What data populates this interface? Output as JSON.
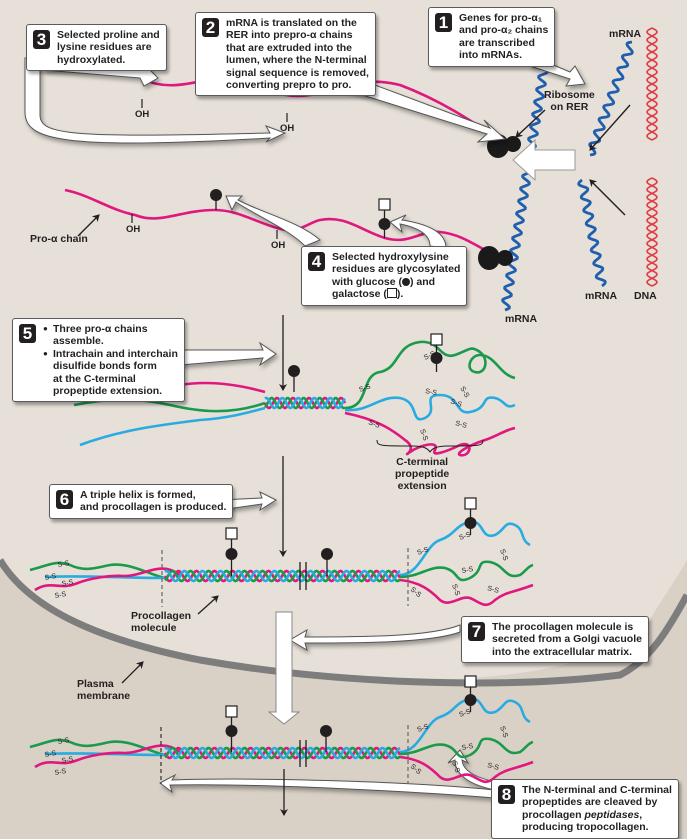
{
  "figure": {
    "title": "Collagen biosynthesis",
    "colors": {
      "background_cytoplasm": "#e6e0d8",
      "background_extracellular": "#d9d1c6",
      "membrane": "#808080",
      "pro_alpha_chain": "#e0177f",
      "chain_green": "#1a9a4a",
      "chain_blue": "#29abe2",
      "mrna": "#1f5fae",
      "dna": "#e03a45",
      "ribosome": "#1a1a1a",
      "callout_bg": "#ffffff",
      "text": "#231f20"
    }
  },
  "steps": [
    {
      "number": "1",
      "text": "Genes for pro-α₁\nand pro-α₂ chains\nare transcribed\ninto mRNAs."
    },
    {
      "number": "2",
      "text": "mRNA is translated on the\nRER into prepro-α chains\nthat are extruded into the\nlumen, where the N-terminal\nsignal sequence is removed,\nconverting prepro to pro."
    },
    {
      "number": "3",
      "text": "Selected proline and\nlysine residues are\nhydroxylated."
    },
    {
      "number": "4",
      "text_before_glucose": "Selected hydroxylysine\nresidues are glycosylated\nwith glucose (",
      "text_after_glucose": ") and\ngalactose (",
      "text_end": ")."
    },
    {
      "number": "5",
      "bullets": [
        "Three pro-α chains\nassemble.",
        "Intrachain and interchain\ndisulfide bonds form\nat the C-terminal\npropeptide extension."
      ]
    },
    {
      "number": "6",
      "text": "A triple helix is formed,\nand procollagen is produced."
    },
    {
      "number": "7",
      "text": "The procollagen molecule is\nsecreted from a Golgi vacuole\ninto the extracellular matrix."
    },
    {
      "number": "8",
      "text_before": "The N-terminal and C-terminal\npropeptides are cleaved by\nprocollagen ",
      "text_italic": "peptidases",
      "text_after": ",\nproducing tropocollagen."
    }
  ],
  "labels": {
    "mrna_top": "mRNA",
    "ribosome": "Ribosome\non RER",
    "mrna_bottom_left": "mRNA",
    "mrna_bottom_right": "mRNA",
    "dna": "DNA",
    "pro_alpha_chain": "Pro-α chain",
    "oh": "OH",
    "c_terminal": "C-terminal\npropeptide\nextension",
    "procollagen": "Procollagen\nmolecule",
    "plasma_membrane": "Plasma\nmembrane",
    "disulfide": "S-S"
  }
}
